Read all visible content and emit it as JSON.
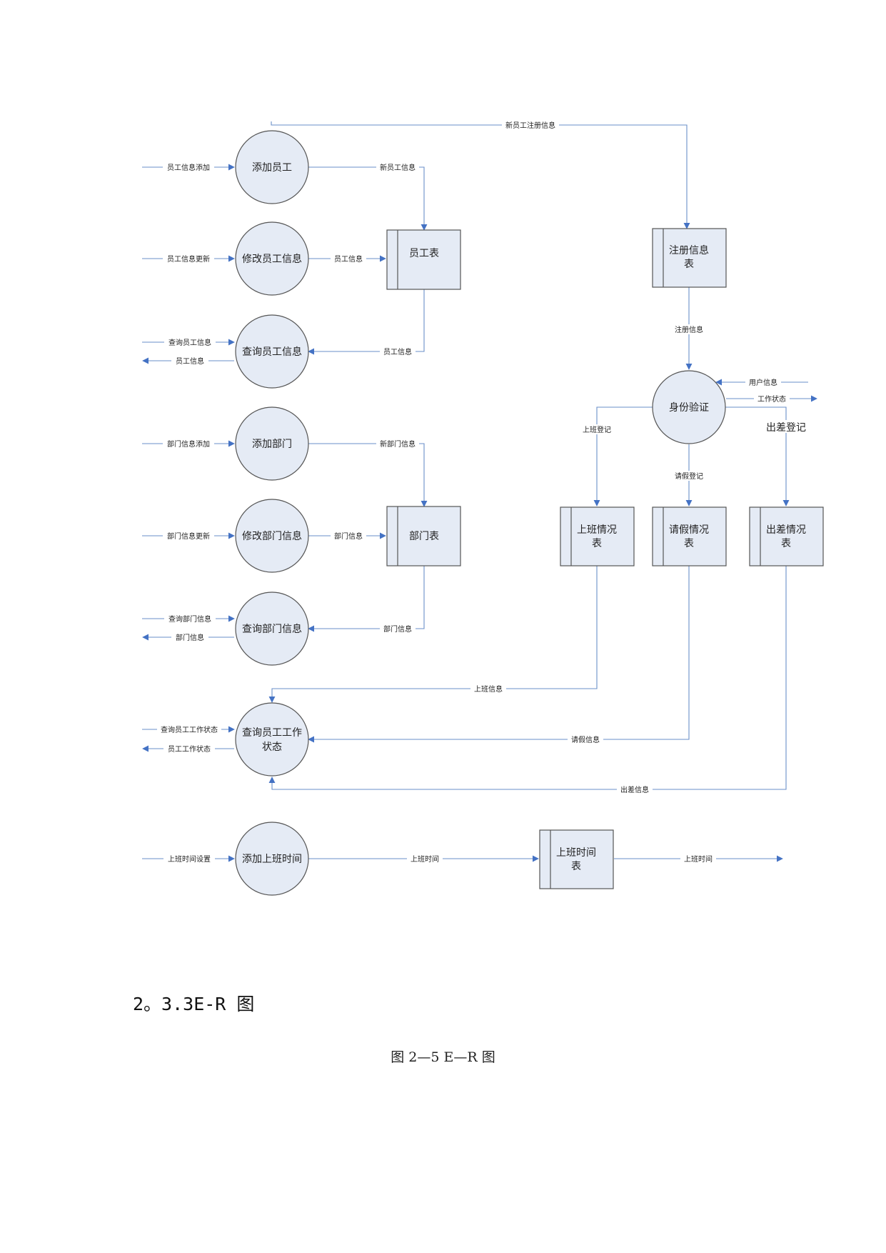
{
  "diagram": {
    "processes": {
      "add_employee": "添加员工",
      "modify_employee": "修改员工信息",
      "query_employee": "查询员工信息",
      "add_department": "添加部门",
      "modify_department": "修改部门信息",
      "query_department": "查询部门信息",
      "query_work_status": [
        "查询员工工作",
        "状态"
      ],
      "add_work_time": "添加上班时间",
      "identity_check": "身份验证"
    },
    "stores": {
      "employee_table": [
        "员工表"
      ],
      "department_table": [
        "部门表"
      ],
      "registration_table": [
        "注册信息",
        "表"
      ],
      "attendance_table": [
        "上班情况",
        "表"
      ],
      "leave_table": [
        "请假情况",
        "表"
      ],
      "business_trip_table": [
        "出差情况",
        "表"
      ],
      "work_time_table": [
        "上班时间",
        "表"
      ]
    },
    "flows": {
      "new_employee_registration": "新员工注册信息",
      "employee_info_add": "员工信息添加",
      "new_employee_info": "新员工信息",
      "employee_info_update": "员工信息更新",
      "employee_info_to_table": "员工信息",
      "query_employee_info": "查询员工信息",
      "employee_info_out": "员工信息",
      "employee_info_from_table": "员工信息",
      "department_info_add": "部门信息添加",
      "new_department_info": "新部门信息",
      "department_info_update": "部门信息更新",
      "department_info_to_table": "部门信息",
      "query_department_info": "查询部门信息",
      "department_info_out": "部门信息",
      "department_info_from_table": "部门信息",
      "registration_info": "注册信息",
      "user_info": "用户信息",
      "work_status_out": "工作状态",
      "checkin_register": "上班登记",
      "leave_register": "请假登记",
      "business_trip_register": "出差登记",
      "checkin_info": "上班信息",
      "query_work_status": "查询员工工作状态",
      "work_status_result": "员工工作状态",
      "leave_info": "请假信息",
      "business_trip_info": "出差信息",
      "work_time_setting": "上班时间设置",
      "work_time_to_table": "上班时间",
      "work_time_out": "上班时间"
    }
  },
  "section_heading": "2。3.3E-R 图",
  "figure_caption": "图 2—5    E—R 图"
}
